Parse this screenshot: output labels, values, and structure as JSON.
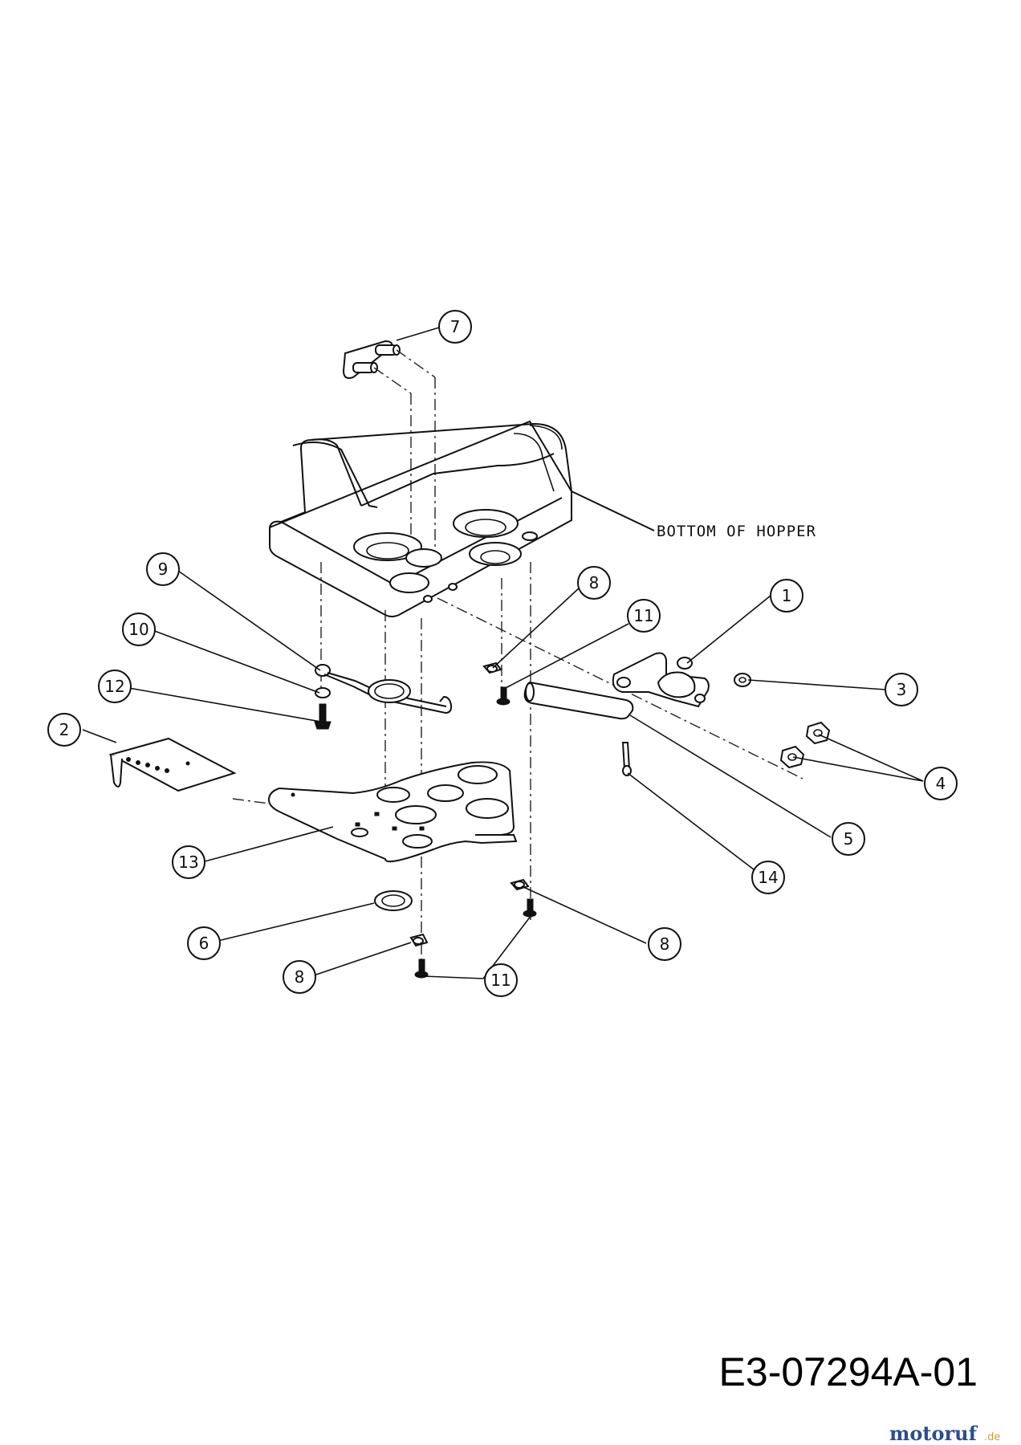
{
  "callouts": [
    {
      "id": "c1",
      "label": "1"
    },
    {
      "id": "c2",
      "label": "2"
    },
    {
      "id": "c3",
      "label": "3"
    },
    {
      "id": "c4",
      "label": "4"
    },
    {
      "id": "c5",
      "label": "5"
    },
    {
      "id": "c6",
      "label": "6"
    },
    {
      "id": "c7",
      "label": "7"
    },
    {
      "id": "c8a",
      "label": "8"
    },
    {
      "id": "c8b",
      "label": "8"
    },
    {
      "id": "c8c",
      "label": "8"
    },
    {
      "id": "c9",
      "label": "9"
    },
    {
      "id": "c10",
      "label": "10"
    },
    {
      "id": "c11a",
      "label": "11"
    },
    {
      "id": "c11b",
      "label": "11"
    },
    {
      "id": "c12",
      "label": "12"
    },
    {
      "id": "c13",
      "label": "13"
    },
    {
      "id": "c14",
      "label": "14"
    }
  ],
  "annotation": "BOTTOM OF HOPPER",
  "diagram_code": "E3-07294A-01",
  "watermark": {
    "main": "motoruf",
    "suffix": ".de",
    "colors": {
      "primary": "#2a4d8f",
      "accent": "#c8a23a"
    }
  }
}
